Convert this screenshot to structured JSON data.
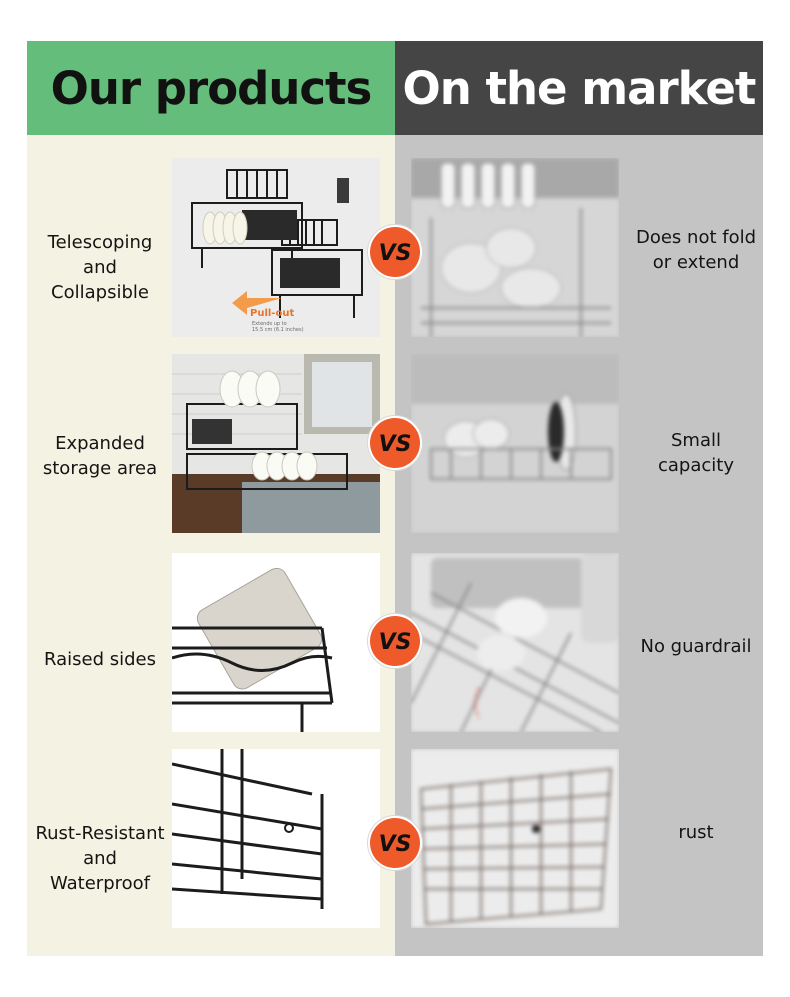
{
  "header": {
    "left_title": "Our products",
    "right_title": "On the market",
    "left_color": "#64bd7a",
    "right_color": "#454545"
  },
  "vs_label": "VS",
  "rows": [
    {
      "ours": "Telescoping\nand\nCollapsible",
      "theirs": "Does not fold\nor extend",
      "image_text": [
        "Pull-out",
        "Extends up to",
        "15.5 cm (6.1 inches)"
      ]
    },
    {
      "ours": "Expanded\nstorage area",
      "theirs": "Small\ncapacity"
    },
    {
      "ours": "Raised sides",
      "theirs": "No guardrail"
    },
    {
      "ours": "Rust-Resistant\nand\nWaterproof",
      "theirs": "rust"
    }
  ]
}
